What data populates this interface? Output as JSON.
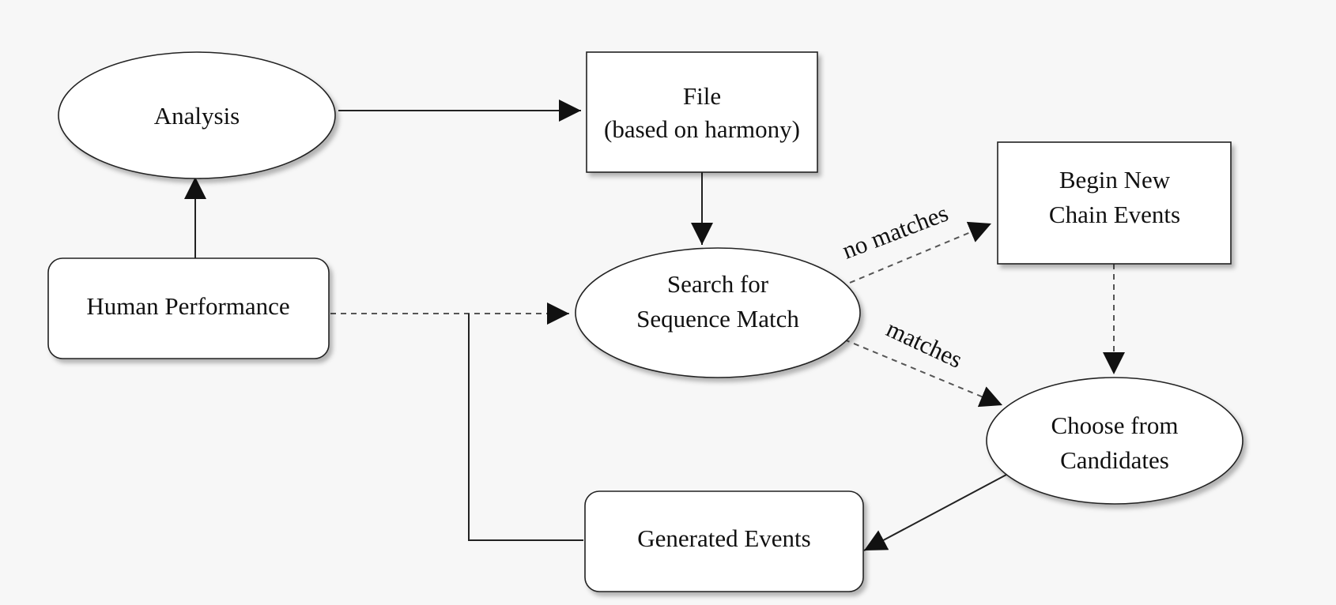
{
  "diagram": {
    "colors": {
      "background": "#f7f7f7",
      "node_fill": "#ffffff",
      "stroke": "#222222",
      "dashed_stroke": "#555555",
      "text": "#111111"
    },
    "nodes": {
      "analysis": {
        "shape": "ellipse",
        "lines": [
          "Analysis"
        ]
      },
      "file": {
        "shape": "rectangle",
        "lines": [
          "File",
          "(based on harmony)"
        ]
      },
      "begin_new_chain": {
        "shape": "rectangle",
        "lines": [
          "Begin New",
          "Chain Events"
        ]
      },
      "human_performance": {
        "shape": "rounded-rectangle",
        "lines": [
          "Human Performance"
        ]
      },
      "search": {
        "shape": "ellipse",
        "lines": [
          "Search for",
          "Sequence Match"
        ]
      },
      "choose": {
        "shape": "ellipse",
        "lines": [
          "Choose from",
          "Candidates"
        ]
      },
      "generated_events": {
        "shape": "rounded-rectangle",
        "lines": [
          "Generated Events"
        ]
      }
    },
    "edges": [
      {
        "from": "human_performance",
        "to": "analysis",
        "style": "solid",
        "label": ""
      },
      {
        "from": "analysis",
        "to": "file",
        "style": "solid",
        "label": ""
      },
      {
        "from": "file",
        "to": "search",
        "style": "solid",
        "label": ""
      },
      {
        "from": "human_performance",
        "to": "search",
        "style": "dashed",
        "label": ""
      },
      {
        "from": "search",
        "to": "begin_new_chain",
        "style": "dashed",
        "label": "no matches"
      },
      {
        "from": "search",
        "to": "choose",
        "style": "dashed",
        "label": "matches"
      },
      {
        "from": "begin_new_chain",
        "to": "choose",
        "style": "dashed",
        "label": ""
      },
      {
        "from": "choose",
        "to": "generated_events",
        "style": "solid",
        "label": ""
      },
      {
        "from": "generated_events",
        "to": "search",
        "style": "solid",
        "label": ""
      }
    ]
  }
}
